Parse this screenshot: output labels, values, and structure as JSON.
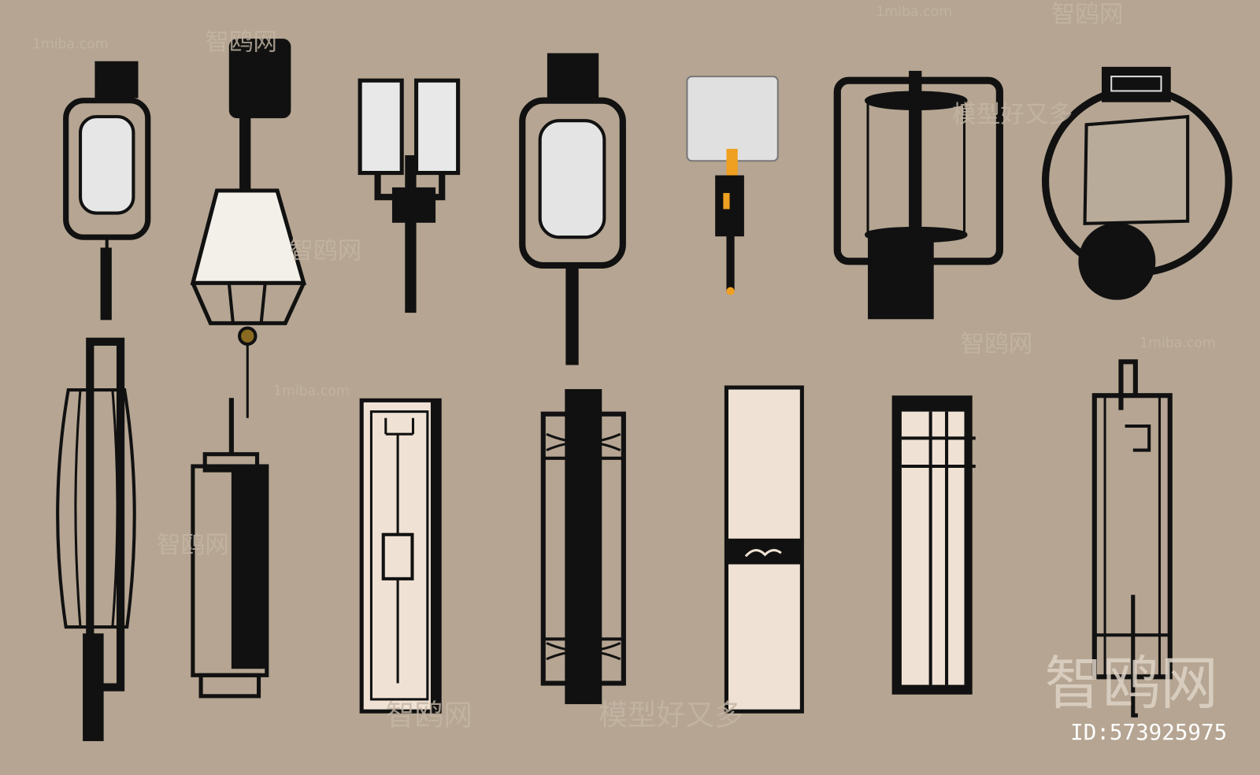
{
  "scene": {
    "background_color": "#b5a592",
    "lamp_colors": {
      "metal": "#111111",
      "shade_white": "#e8e8e8",
      "shade_cream": "#efe2d4",
      "accent_gold": "#f0a020"
    },
    "lamps": [
      {
        "row": 1,
        "name": "lantern-sconce-cylinder"
      },
      {
        "row": 1,
        "name": "pendant-lantern-sconce"
      },
      {
        "row": 1,
        "name": "double-box-sconce"
      },
      {
        "row": 1,
        "name": "lantern-sconce-large"
      },
      {
        "row": 1,
        "name": "drum-shade-sconce"
      },
      {
        "row": 1,
        "name": "square-frame-sconce"
      },
      {
        "row": 1,
        "name": "ring-sconce"
      },
      {
        "row": 2,
        "name": "barrel-lantern-sconce"
      },
      {
        "row": 2,
        "name": "box-column-sconce"
      },
      {
        "row": 2,
        "name": "fretwork-panel-sconce"
      },
      {
        "row": 2,
        "name": "lattice-column-sconce"
      },
      {
        "row": 2,
        "name": "crane-band-panel-sconce"
      },
      {
        "row": 2,
        "name": "grid-panel-sconce"
      },
      {
        "row": 2,
        "name": "meander-frame-sconce"
      }
    ]
  },
  "watermarks": {
    "site": "1miba.com",
    "brand": "智鸥网",
    "slogan": "模型好又多",
    "id_label": "ID:573925975"
  }
}
